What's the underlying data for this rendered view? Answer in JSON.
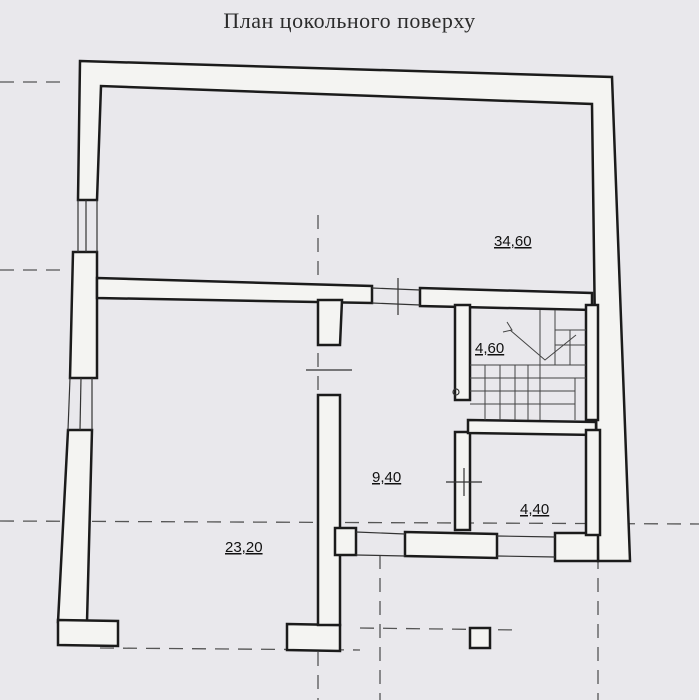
{
  "plan": {
    "title": "План цокольного поверху",
    "rooms": [
      {
        "id": "room-top",
        "area": "34,60"
      },
      {
        "id": "room-stairs",
        "area": "4,60"
      },
      {
        "id": "room-hall",
        "area": "9,40"
      },
      {
        "id": "room-small",
        "area": "4,40"
      },
      {
        "id": "room-left",
        "area": "23,20"
      }
    ]
  }
}
